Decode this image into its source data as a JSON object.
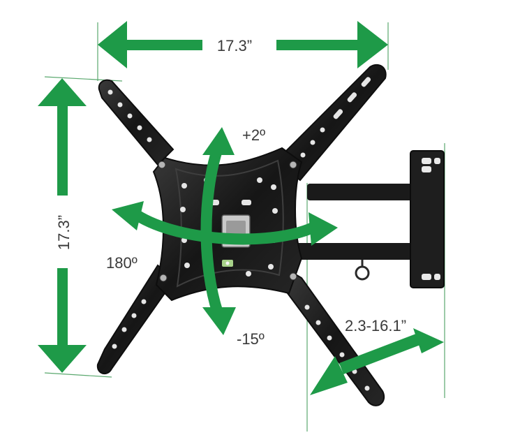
{
  "dimensions": {
    "width_label": "17.3”",
    "height_label": "17.3”",
    "extension_label": "2.3-16.1”"
  },
  "motion": {
    "tilt_up_label": "+2º",
    "tilt_down_label": "-15º",
    "swivel_label": "180º"
  },
  "colors": {
    "arrow": "#1e9a48",
    "mount_metal": "#1c1c1c",
    "guide_line": "#5aa86e"
  }
}
